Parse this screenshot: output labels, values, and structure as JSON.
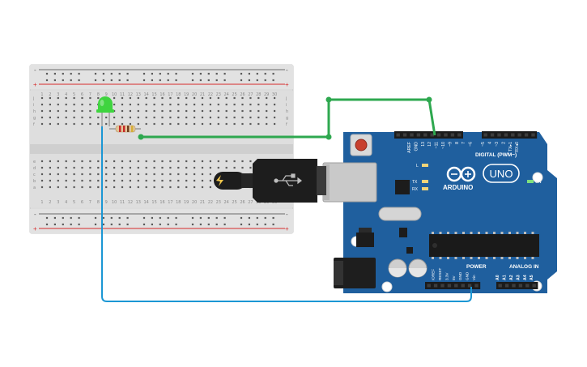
{
  "breadboard": {
    "plus": "+",
    "minus": "-",
    "row_letters_top": [
      "j",
      "i",
      "h",
      "g",
      "f"
    ],
    "row_letters_bottom": [
      "e",
      "d",
      "c",
      "b",
      "a"
    ],
    "columns": 30,
    "column_numbers": [
      "1",
      "2",
      "3",
      "4",
      "5",
      "6",
      "7",
      "8",
      "9",
      "10",
      "11",
      "12",
      "13",
      "14",
      "15",
      "16",
      "17",
      "18",
      "19",
      "20",
      "21",
      "22",
      "23",
      "24",
      "25",
      "26",
      "27",
      "28",
      "29",
      "30"
    ]
  },
  "led": {
    "color": "#3fd43f"
  },
  "resistor": {
    "bands": [
      "#c62828",
      "#c62828",
      "#6d3b1d",
      "#d4af37"
    ]
  },
  "wires": {
    "green": "#2ea84f",
    "blue": "#1b97d4"
  },
  "arduino": {
    "board_color": "#1f5f9e",
    "brand": "ARDUINO",
    "model": "UNO",
    "on_label": "ON",
    "l_label": "L",
    "tx_label": "TX",
    "rx_label": "RX",
    "digital_header": "DIGITAL (PWM~)",
    "digital_pins": [
      "AREF",
      "GND",
      "13",
      "12",
      "~11",
      "~10",
      "~9",
      "8",
      "7",
      "~6",
      "~5",
      "4",
      "~3",
      "2",
      "TX▸1",
      "RX◂0"
    ],
    "power_header": "POWER",
    "power_pins": [
      "IOREF",
      "RESET",
      "3.3V",
      "5V",
      "GND",
      "GND",
      "Vin"
    ],
    "analog_header": "ANALOG IN",
    "analog_pins": [
      "A0",
      "A1",
      "A2",
      "A3",
      "A4",
      "A5"
    ]
  }
}
